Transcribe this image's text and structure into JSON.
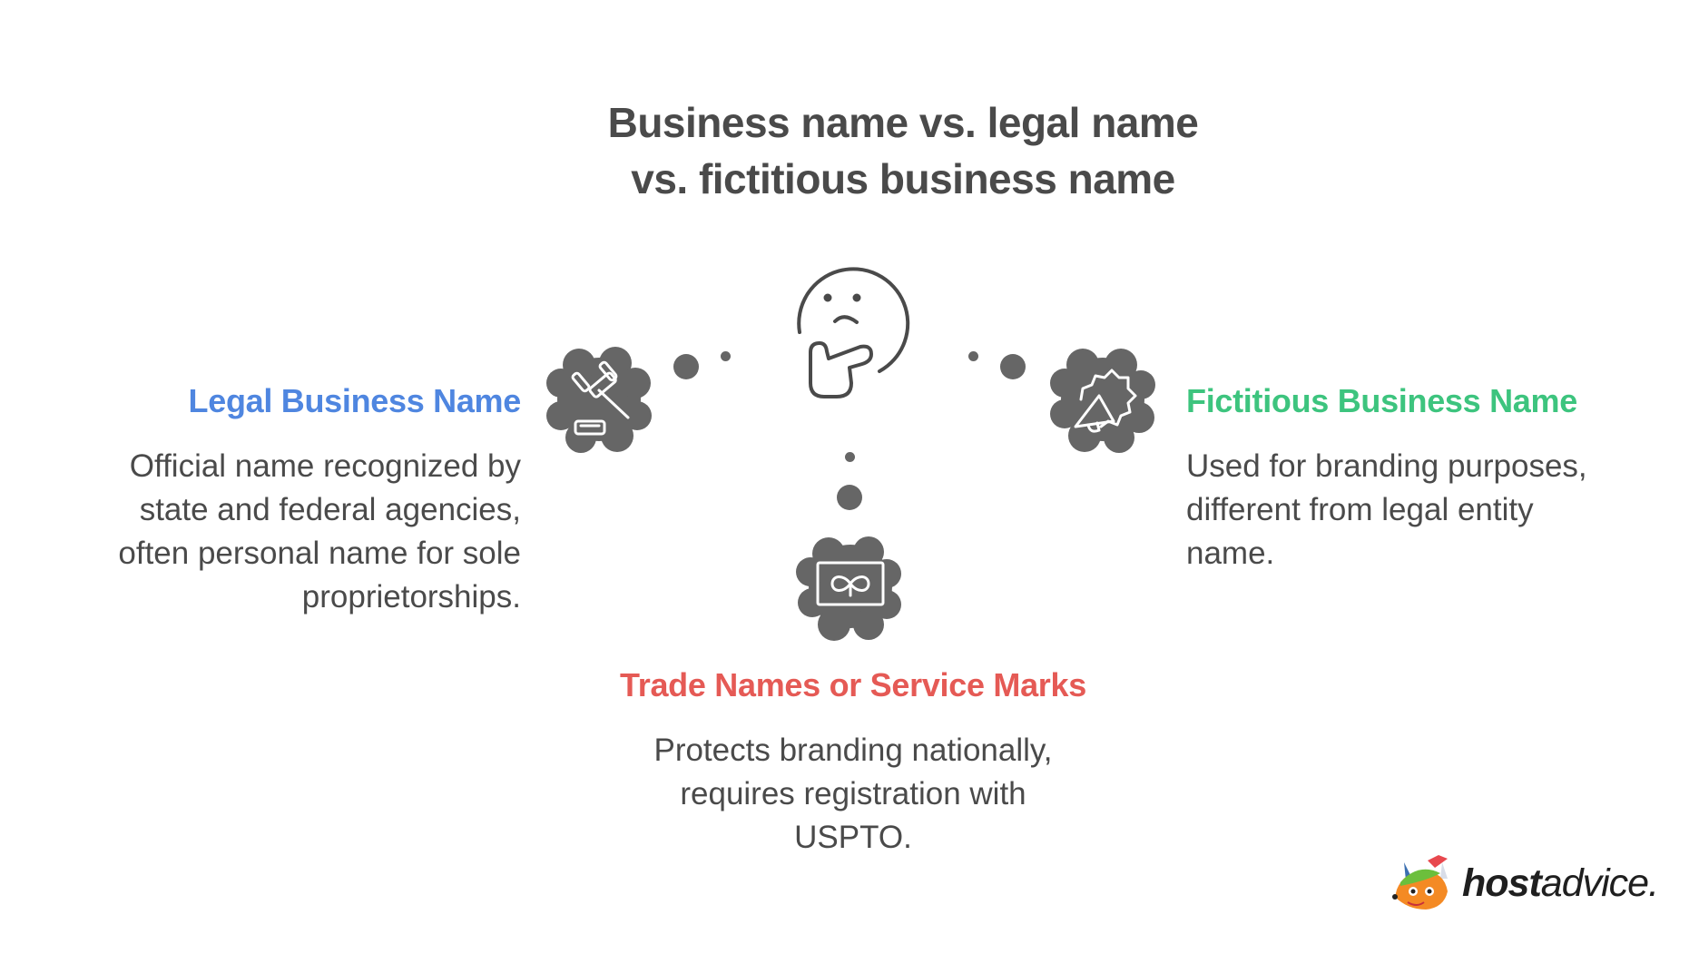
{
  "title": {
    "line1": "Business name vs. legal name",
    "line2": "vs. fictitious business name"
  },
  "center_icon": "thinking-face-icon",
  "items": [
    {
      "id": "legal",
      "heading": "Legal Business Name",
      "color": "#4f86e0",
      "icon": "gavel-icon",
      "body_lines": [
        "Official name recognized by",
        "state and federal agencies,",
        "often personal name for sole",
        "proprietorships."
      ]
    },
    {
      "id": "fictitious",
      "heading": "Fictitious Business Name",
      "color": "#3dc47e",
      "icon": "megaphone-icon",
      "body_lines": [
        "Used for branding purposes,",
        "different from legal entity",
        "name."
      ]
    },
    {
      "id": "trade",
      "heading": "Trade Names or Service Marks",
      "color": "#e55a55",
      "icon": "infinity-card-icon",
      "body_lines": [
        "Protects branding nationally,",
        "requires registration with",
        "USPTO."
      ]
    }
  ],
  "colors": {
    "text": "#4a4a4a",
    "icon_fill": "#666666",
    "background": "#ffffff"
  },
  "logo": {
    "bold": "host",
    "light": "advice."
  }
}
